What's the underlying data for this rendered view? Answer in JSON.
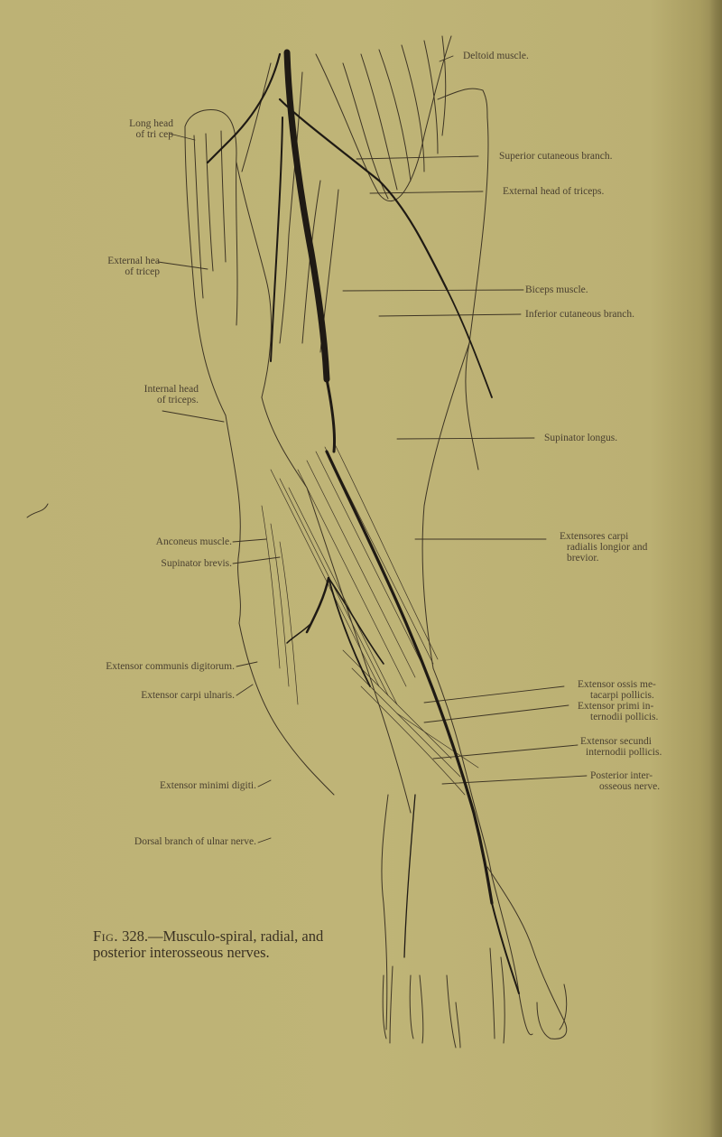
{
  "figure": {
    "number_label": "Fig.",
    "number": "328.",
    "caption_rest": "—Musculo-spiral, radial, and posterior interosseous nerves.",
    "colors": {
      "paper": "#bcb174",
      "ink": "#3d3424",
      "nerve": "#1f1a14"
    }
  },
  "labels_left": {
    "long_head_triceps": [
      "Long head",
      "of tri cep"
    ],
    "external_head_triceps": [
      "External hea",
      "of tricep"
    ],
    "internal_head_triceps": [
      "Internal head",
      "of triceps."
    ],
    "anconeus": "Anconeus muscle.",
    "supinator_brevis": "Supinator brevis.",
    "extensor_communis": "Extensor communis digitorum.",
    "extensor_carpi_ulnaris": "Extensor carpi ulnaris.",
    "extensor_minimi_digiti": "Extensor minimi digiti.",
    "dorsal_branch_ulnar": "Dorsal branch of ulnar nerve."
  },
  "labels_right": {
    "deltoid": "Deltoid muscle.",
    "superior_cutaneous": "Superior cutaneous branch.",
    "external_head_triceps": "External head of triceps.",
    "biceps": "Biceps muscle.",
    "inferior_cutaneous": "Inferior cutaneous branch.",
    "supinator_longus": "Supinator longus.",
    "extensores_carpi_radialis": [
      "Extensores carpi",
      "radialis longior and",
      "brevior."
    ],
    "extensor_ossis_metacarpi": [
      "Extensor ossis me-",
      "tacarpi pollicis."
    ],
    "extensor_primi_internodii": [
      "Extensor primi in-",
      "ternodii pollicis."
    ],
    "extensor_secundi_internodii": [
      "Extensor secundi",
      "internodii pollicis."
    ],
    "posterior_interosseous": [
      "Posterior inter-",
      "osseous nerve."
    ]
  }
}
